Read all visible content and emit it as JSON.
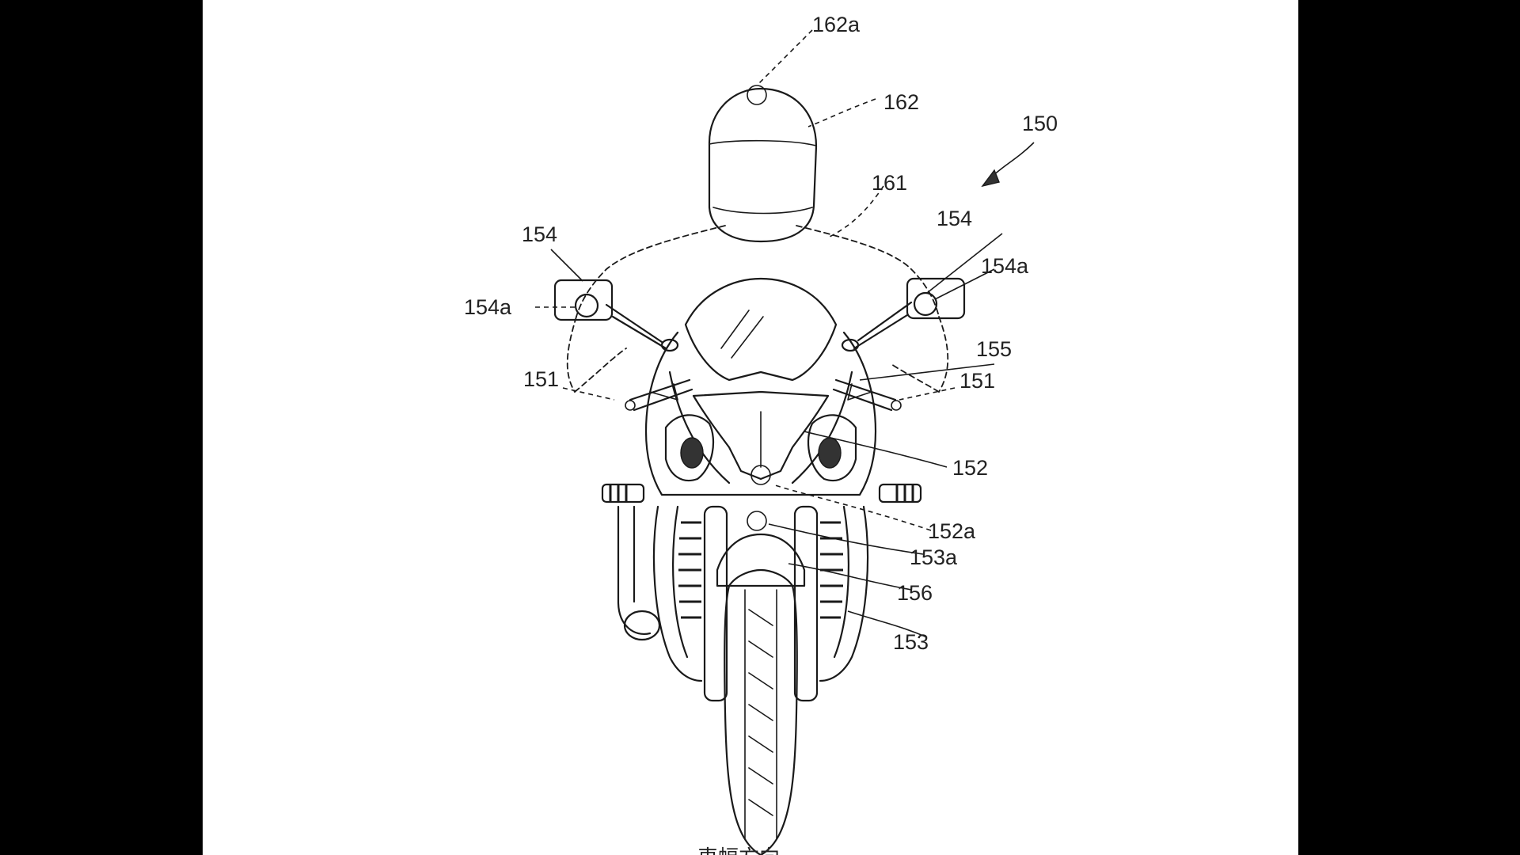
{
  "figure": {
    "labels": {
      "l162a": "162a",
      "l162": "162",
      "l150": "150",
      "l161": "161",
      "l154_left": "154",
      "l154_right": "154",
      "l154a_left": "154a",
      "l154a_right": "154a",
      "l155": "155",
      "l151_left": "151",
      "l151_right": "151",
      "l152": "152",
      "l152a": "152a",
      "l153a": "153a",
      "l156": "156",
      "l153": "153"
    },
    "caption": "車幅方向"
  }
}
